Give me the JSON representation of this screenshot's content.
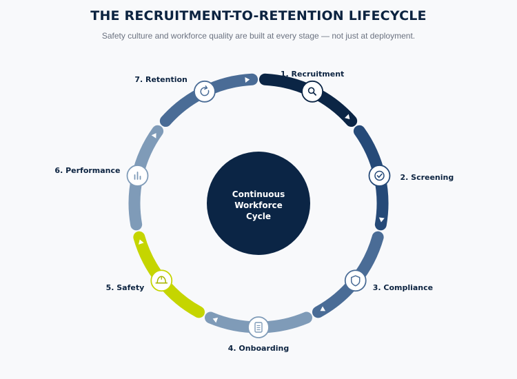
{
  "header": {
    "title": "THE RECRUITMENT-TO-RETENTION LIFECYCLE",
    "subtitle": "Safety culture and workforce quality are built at every stage — not just at deployment."
  },
  "center": {
    "lines": [
      "Continuous",
      "Workforce",
      "Cycle"
    ],
    "color": "#0b2545"
  },
  "stages": [
    {
      "label": "1. Recruitment",
      "icon": "search-icon",
      "color": "#0b2545"
    },
    {
      "label": "2. Screening",
      "icon": "check-circle-icon",
      "color": "#264a78"
    },
    {
      "label": "3. Compliance",
      "icon": "shield-icon",
      "color": "#4a6c96"
    },
    {
      "label": "4. Onboarding",
      "icon": "document-icon",
      "color": "#7f9bb8"
    },
    {
      "label": "5. Safety",
      "icon": "hard-hat-icon",
      "color": "#c5d500"
    },
    {
      "label": "6. Performance",
      "icon": "bar-chart-icon",
      "color": "#7f9bb8"
    },
    {
      "label": "7. Retention",
      "icon": "refresh-icon",
      "color": "#4a6c96"
    }
  ]
}
